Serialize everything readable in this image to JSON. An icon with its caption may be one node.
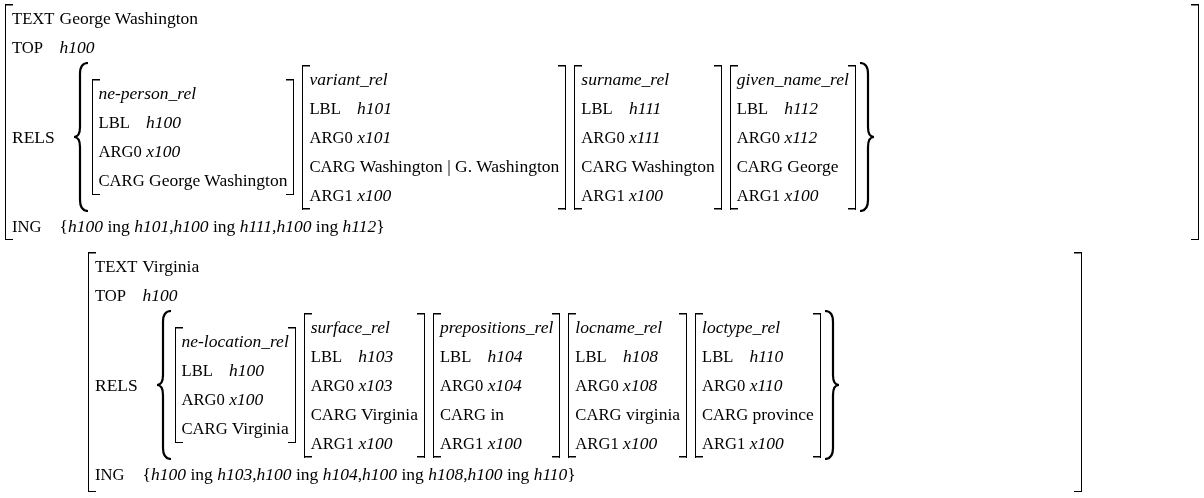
{
  "diagram": {
    "nodes": [
      {
        "text": [
          "TEXT George Washington",
          "TOP *h100*",
          "RELS",
          "ING {*h100* ing *h101*,*h100* ing *h111*,*h100* ing *h112*}"
        ]
      },
      {
        "text": [
          "ne-person_rel",
          "LBL *h100*",
          "ARG0 *x100*",
          "CARG George Washington"
        ],
        "in": 0
      },
      {
        "text": [
          "variant_rel",
          "LBL *h101*",
          "ARG0 *x101*",
          "CARG Washington | G. Washington",
          "ARG1 *x100*"
        ],
        "in": 0
      },
      {
        "text": [
          "surname_rel",
          "LBL *h111*",
          "ARG0 *x111*",
          "CARG Washington",
          "ARG1 *x100*"
        ],
        "in": 0
      },
      {
        "text": [
          "given_name_rel",
          "LBL *h112*",
          "ARG0 *x112*",
          "CARG George",
          "ARG1 *x100*"
        ],
        "in": 0
      },
      {
        "text": [
          "TEXT Virginia",
          "TOP *h100*",
          "RELS",
          "ING {*h100* ing *h103*,*h100* ing *h104*,*h100* ing *h108*,*h100* ing *h110*}"
        ]
      },
      {
        "text": [
          "ne-location_rel",
          "LBL *h100*",
          "ARG0 *x100*",
          "CARG Virginia"
        ],
        "in": 5
      },
      {
        "text": [
          "surface_rel",
          "LBL *h103*",
          "ARG0 *x103*",
          "CARG Virginia",
          "ARG1 *x100*"
        ],
        "in": 5
      },
      {
        "text": [
          "prepositions_rel",
          "LBL *h104*",
          "ARG0 *x104*",
          "CARG in",
          "ARG1 *x100*"
        ],
        "in": 5
      },
      {
        "text": [
          "locname_rel",
          "LBL *h108*",
          "ARG0 *x108*",
          "CARG virginia",
          "ARG1 *x100*"
        ],
        "in": 5
      },
      {
        "text": [
          "loctype_rel",
          "LBL *h110*",
          "ARG0 *x110*",
          "CARG province",
          "ARG1 *x100*"
        ],
        "in": 5
      }
    ],
    "edges": []
  }
}
